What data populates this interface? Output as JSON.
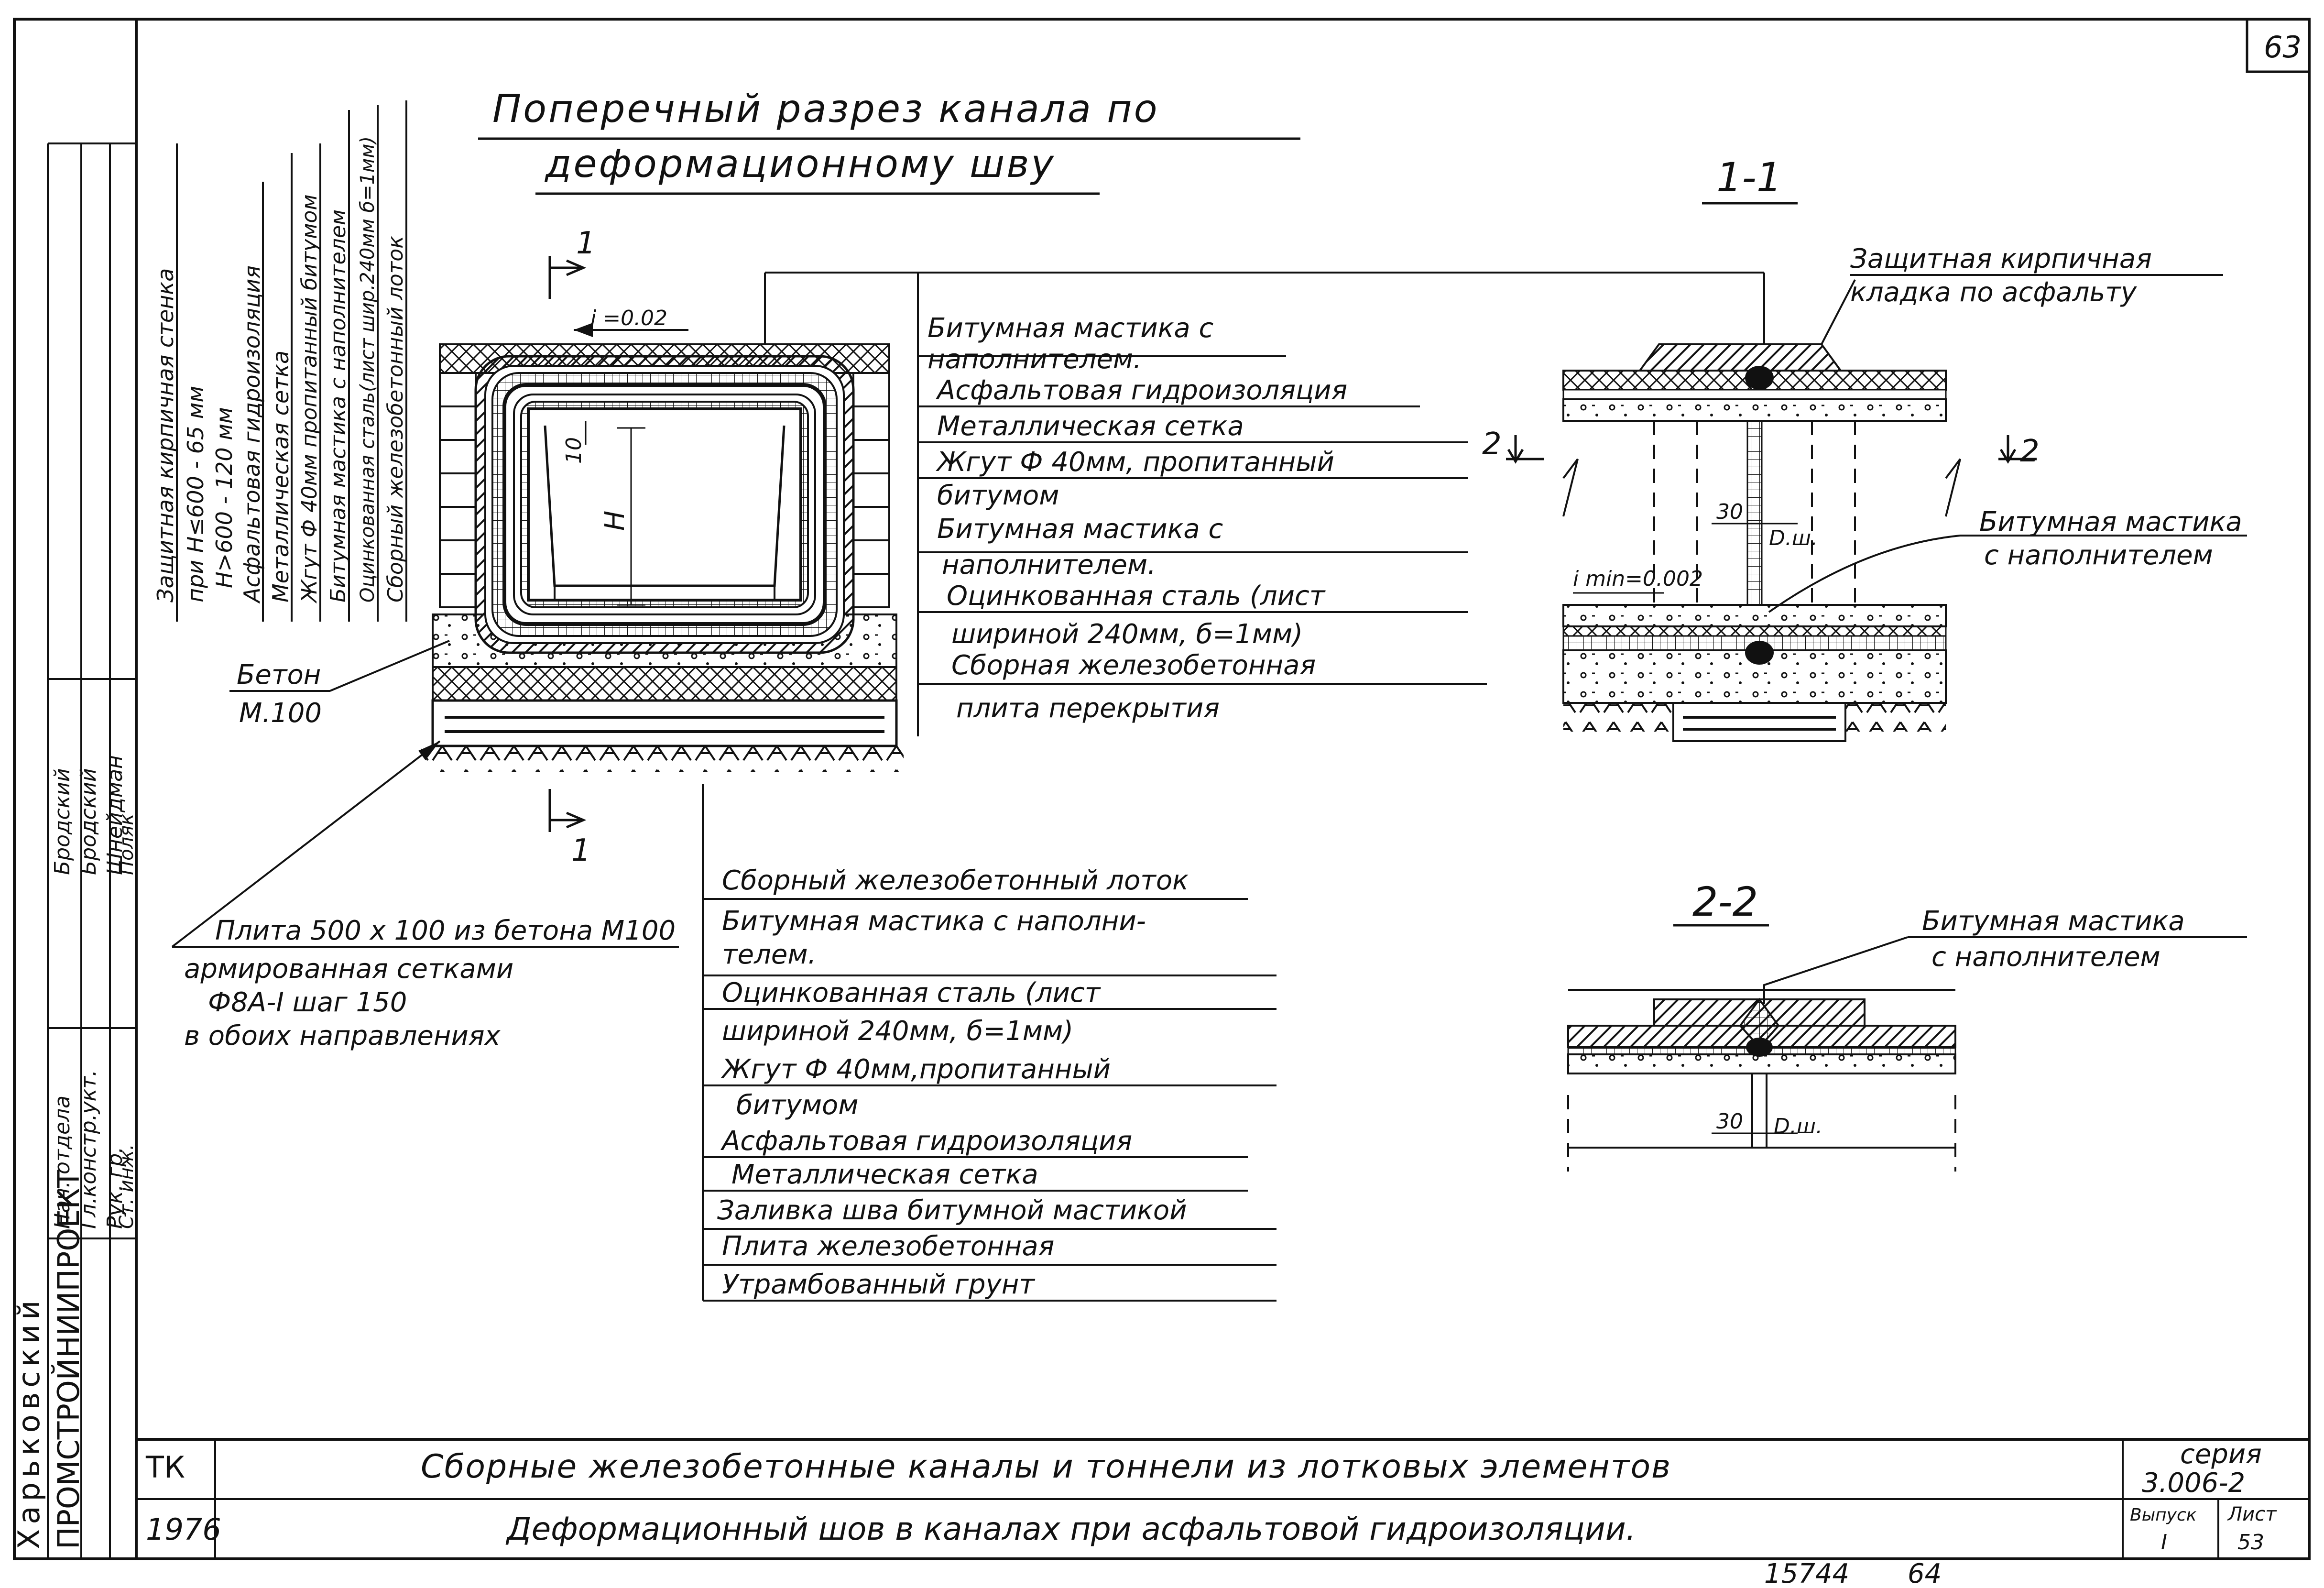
{
  "sheet_number": "63",
  "title": {
    "line1": "Поперечный разрез канала по",
    "line2": "деформационному шву"
  },
  "vertical_layers": [
    "Защитная кирпичная стенка",
    "при H≤600 - 65 мм",
    "H>600 - 120 мм",
    "Асфальтовая гидроизоляция",
    "Металлическая сетка",
    "Жгут Ф 40мм пропитанный битумом",
    "Битумная мастика с наполнителем",
    "Оцинкованная сталь(лист шир.240мм б=1мм)",
    "Сборный железобетонный лоток"
  ],
  "section_marks": {
    "top": "1",
    "bottom": "1"
  },
  "slope": "i =0.02",
  "dims": {
    "ten": "10",
    "height": "H"
  },
  "beton": {
    "line1": "Бетон",
    "line2": "М.100"
  },
  "right_callouts": [
    "Битумная мастика с",
    "наполнителем.",
    "Асфальтовая гидроизоляция",
    "Металлическая сетка",
    "Жгут Ф 40мм, пропитанный",
    "битумом",
    "Битумная мастика с",
    "наполнителем.",
    "Оцинкованная сталь (лист",
    "шириной 240мм, б=1мм)",
    "Сборная железобетонная",
    "плита перекрытия"
  ],
  "plate_note": [
    "Плита 500 x 100 из бетона М100",
    "армированная сетками",
    "Ф8А-I шаг 150",
    "в обоих направлениях"
  ],
  "bottom_callouts": [
    "Сборный железобетонный лоток",
    "Битумная мастика с наполни-",
    "телем.",
    "Оцинкованная сталь (лист",
    "шириной 240мм, б=1мм)",
    "Жгут Ф 40мм,пропитанный",
    "битумом",
    "Асфальтовая гидроизоляция",
    "Металлическая сетка",
    "Заливка шва битумной мастикой",
    "Плита железобетонная",
    "Утрамбованный грунт"
  ],
  "section_1_1": {
    "title": "1-1",
    "label1": "Защитная кирпичная",
    "label2": "кладка по асфальту",
    "mark_left": "2",
    "mark_right": "2",
    "dim30": "30",
    "dsh": "D.ш.",
    "imin": "i min=0.002",
    "mastic1": "Битумная мастика",
    "mastic2": "с наполнителем"
  },
  "section_2_2": {
    "title": "2-2",
    "mastic1": "Битумная мастика",
    "mastic2": "с наполнителем",
    "dim30": "30",
    "dsh": "D.ш."
  },
  "side_stamp": {
    "org1": "Харьковский",
    "org2": "ПРОМСТРОЙНИИПРОЕКТ",
    "roles": [
      "Нач. отдела",
      "Гл.констр.укт.",
      "Рук. гр.",
      "Ст. инж."
    ],
    "names": [
      "Бродский",
      "Бродский",
      "Шнейдман",
      "Поляк"
    ]
  },
  "title_block": {
    "code": "ТК",
    "year": "1976",
    "line1": "Сборные железобетонные каналы и тоннели из лотковых элементов",
    "line2": "Деформационный шов в каналах при асфальтовой гидроизоляции.",
    "seria_label": "серия",
    "seria_value": "3.006-2",
    "vypusk_label": "Выпуск",
    "vypusk_value": "I",
    "list_label": "Лист",
    "list_value": "53"
  },
  "footer": {
    "num1": "15744",
    "num2": "64"
  }
}
